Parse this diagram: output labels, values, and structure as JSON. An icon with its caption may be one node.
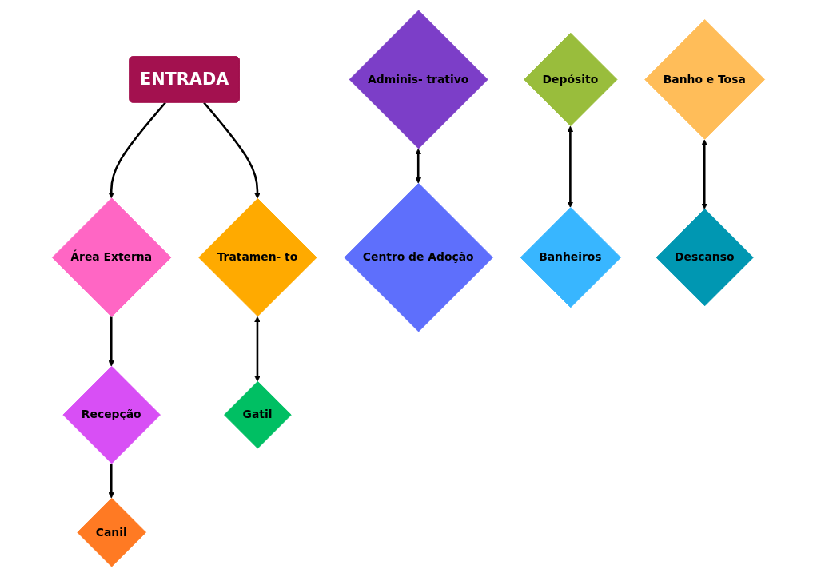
{
  "diagram": {
    "nodes": [
      {
        "text": [
          "ENTRADA"
        ]
      },
      {
        "text": [
          "Área Externa"
        ]
      },
      {
        "text": [
          "Recepção"
        ]
      },
      {
        "text": [
          "Adminis- trativo"
        ]
      },
      {
        "text": [
          "Depósito"
        ]
      },
      {
        "text": [
          "Banho e Tosa"
        ]
      },
      {
        "text": [
          "Tratamen- to"
        ]
      },
      {
        "text": [
          "Centro de Adoção"
        ]
      },
      {
        "text": [
          "Banheiros"
        ]
      },
      {
        "text": [
          "Descanso"
        ]
      },
      {
        "text": [
          "Gatil"
        ]
      },
      {
        "text": [
          "Canil"
        ]
      }
    ],
    "edges": [
      {
        "from": 0,
        "to": 1,
        "arrow": "to"
      },
      {
        "from": 0,
        "to": 6,
        "arrow": "to"
      },
      {
        "from": 1,
        "to": 2,
        "arrow": "to"
      },
      {
        "from": 2,
        "to": 11,
        "arrow": "to"
      },
      {
        "from": 3,
        "to": 7,
        "arrow": "both"
      },
      {
        "from": 4,
        "to": 8,
        "arrow": "both"
      },
      {
        "from": 5,
        "to": 9,
        "arrow": "both"
      },
      {
        "from": 6,
        "to": 10,
        "arrow": "both"
      }
    ]
  }
}
